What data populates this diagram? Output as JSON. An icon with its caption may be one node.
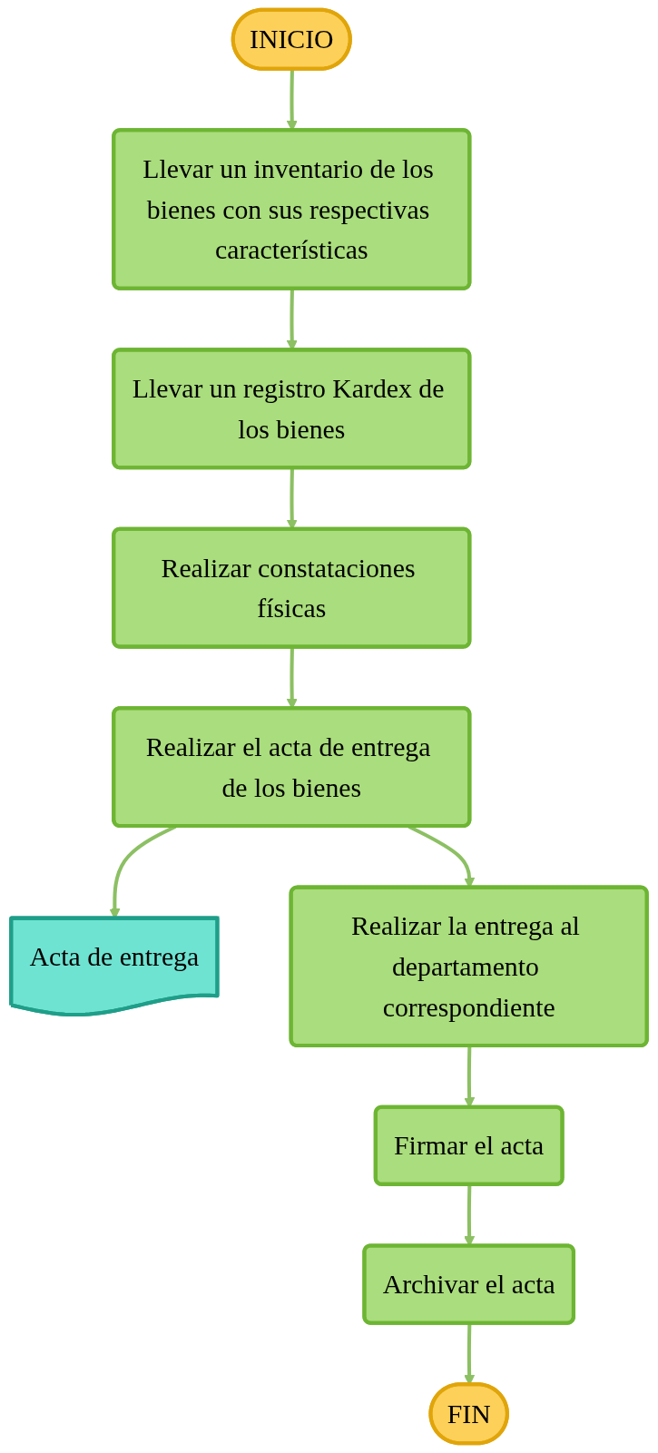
{
  "diagram": {
    "nodes": [
      {
        "text": [
          "INICIO"
        ]
      },
      {
        "text": [
          "Llevar un inventario de los bienes con sus respectivas características"
        ]
      },
      {
        "text": [
          "Llevar un registro Kardex de los bienes"
        ]
      },
      {
        "text": [
          "Realizar constataciones físicas"
        ]
      },
      {
        "text": [
          "Realizar el acta de entrega de los bienes"
        ]
      },
      {
        "text": [
          "Acta de entrega"
        ]
      },
      {
        "text": [
          "Realizar la entrega al departamento correspondiente"
        ]
      },
      {
        "text": [
          "Firmar el acta"
        ]
      },
      {
        "text": [
          "Archivar el acta"
        ]
      },
      {
        "text": [
          "FIN"
        ]
      }
    ],
    "edges": [
      {
        "from": 0,
        "to": 1,
        "arrow": "to"
      },
      {
        "from": 1,
        "to": 2,
        "arrow": "to"
      },
      {
        "from": 2,
        "to": 3,
        "arrow": "to"
      },
      {
        "from": 3,
        "to": 4,
        "arrow": "to"
      },
      {
        "from": 4,
        "to": 5,
        "arrow": "to"
      },
      {
        "from": 4,
        "to": 6,
        "arrow": "to"
      },
      {
        "from": 6,
        "to": 7,
        "arrow": "to"
      },
      {
        "from": 7,
        "to": 8,
        "arrow": "to"
      },
      {
        "from": 8,
        "to": 9,
        "arrow": "to"
      }
    ]
  }
}
